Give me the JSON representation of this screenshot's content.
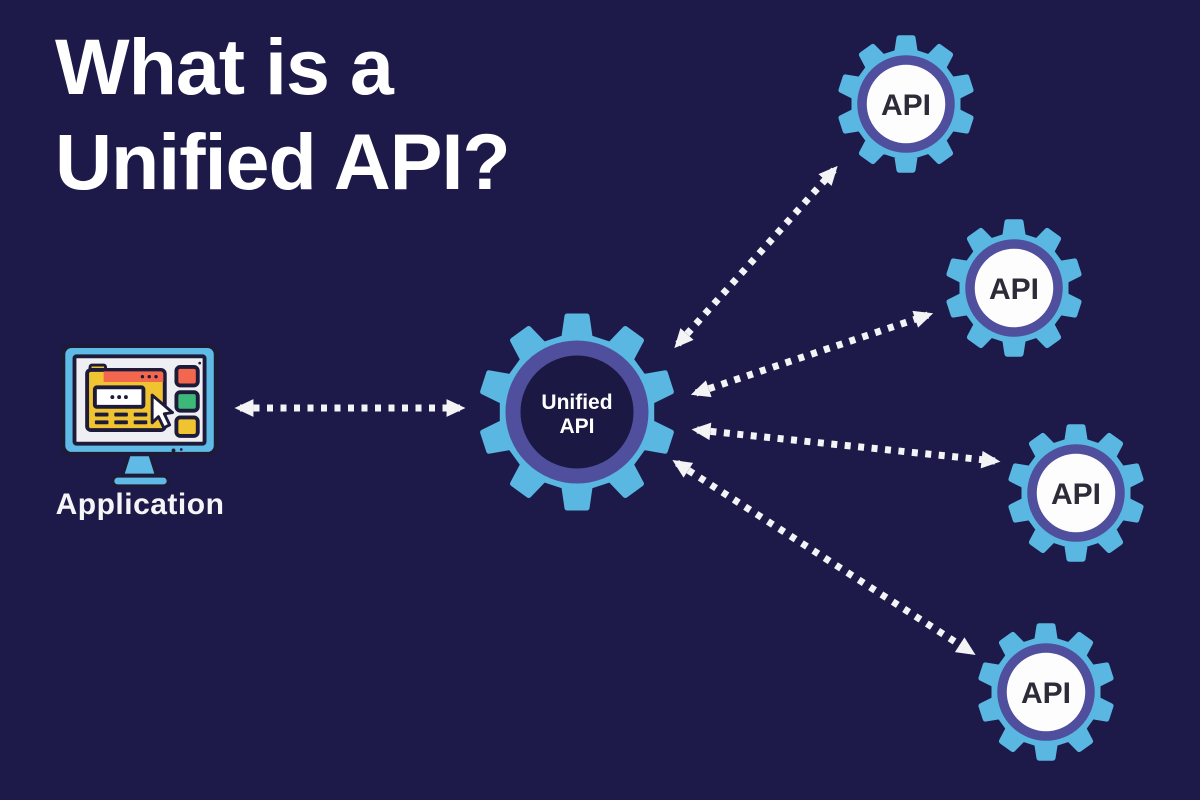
{
  "title": {
    "line1": "What is a",
    "line2": "Unified API?"
  },
  "application": {
    "label": "Application",
    "icon": "computer-monitor-icon"
  },
  "central_gear": {
    "icon": "gear-icon",
    "label_line1": "Unified",
    "label_line2": "API"
  },
  "api_gears": [
    {
      "label": "API",
      "icon": "gear-icon"
    },
    {
      "label": "API",
      "icon": "gear-icon"
    },
    {
      "label": "API",
      "icon": "gear-icon"
    },
    {
      "label": "API",
      "icon": "gear-icon"
    }
  ],
  "connectors": {
    "style": "dotted-double-headed-arrow",
    "count": 5
  },
  "colors": {
    "background": "#1d1a4a",
    "gear_blue": "#5ab7e2",
    "ring_purple": "#4f4f9e",
    "central_inner_dark": "#1b1843",
    "api_text_dark": "#2d2b38",
    "arrow_white": "#f4f4f6",
    "title_white": "#ffffff",
    "monitor_screen_gray": "#efeef3",
    "browser_yellow": "#f0c330",
    "accent_orange_red": "#f2674d",
    "accent_green": "#3cb878",
    "outline_dark": "#1d1a3a"
  }
}
